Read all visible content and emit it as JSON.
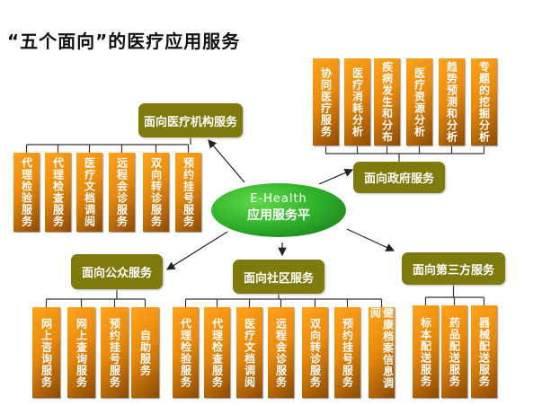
{
  "title": "“五个面向”的医疗应用服务",
  "hub": {
    "line1": "E-Health",
    "line2": "应用服务平"
  },
  "groups": [
    {
      "label": "面向医疗机构服务",
      "items": [
        "代理检验服务",
        "代理检查服务",
        "医疗文档调阅",
        "远程会诊服务",
        "双向转诊服务",
        "预约挂号服务"
      ]
    },
    {
      "label": "面向政府服务",
      "items": [
        "协同医疗服务",
        "医疗消耗分析",
        "疾病发生和分布",
        "医疗资源分析",
        "趋势预测和分析",
        "专题的挖掘分析"
      ]
    },
    {
      "label": "面向公众服务",
      "items": [
        "网上咨询服务",
        "网上查询服务",
        "预约挂号服务",
        "自助服务"
      ]
    },
    {
      "label": "面向社区服务",
      "items": [
        "代理检验服务",
        "代理检查服务",
        "医疗文档调阅",
        "远程会诊服务",
        "双向转诊服务",
        "预约挂号服务",
        "健康档案信息调阅"
      ]
    },
    {
      "label": "面向第三方服务",
      "items": [
        "标本配送服务",
        "药品配送服务",
        "器械配送服务"
      ]
    }
  ]
}
